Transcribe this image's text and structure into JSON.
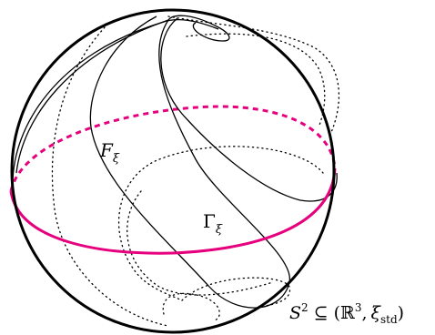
{
  "labels": {
    "foliation": {
      "symbol": "F",
      "subscript": "ξ"
    },
    "dividing_set": {
      "symbol": "Γ",
      "subscript": "ξ"
    },
    "sphere": {
      "sphere": "S",
      "power": "2",
      "subset": "⊆",
      "open_paren": "(",
      "reals": "ℝ",
      "reals_power": "3",
      "comma": ",",
      "xi": "ξ",
      "std": "std",
      "close_paren": ")"
    }
  },
  "colors": {
    "outline": "#000000",
    "dividing_set": "#e6007e",
    "background": "#ffffff"
  }
}
